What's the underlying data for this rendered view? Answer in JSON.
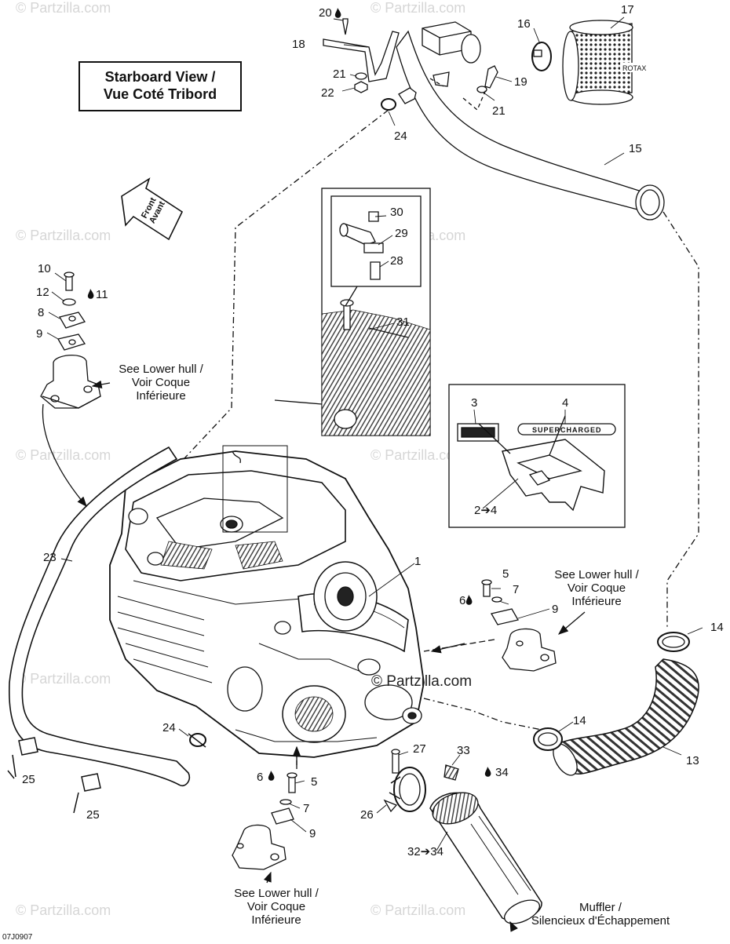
{
  "diagram": {
    "view_label_line1": "Starboard View /",
    "view_label_line2": "Vue Coté Tribord",
    "front_arrow_line1": "Front",
    "front_arrow_line2": "Avant",
    "drawing_id": "07J0907",
    "watermark": "© Partzilla.com",
    "center_watermark": "© Partzilla.com",
    "filter_brand": "ROTAX",
    "decal_text": "SUPERCHARGED"
  },
  "notes": {
    "lower_hull_left_1": "See Lower hull /",
    "lower_hull_left_2": "Voir Coque",
    "lower_hull_left_3": "Inférieure",
    "lower_hull_right_1": "See Lower hull /",
    "lower_hull_right_2": "Voir Coque",
    "lower_hull_right_3": "Inférieure",
    "lower_hull_bottom_1": "See Lower hull /",
    "lower_hull_bottom_2": "Voir Coque",
    "lower_hull_bottom_3": "Inférieure",
    "muffler_1": "Muffler /",
    "muffler_2": "Silencieux d'Échappement"
  },
  "callouts": {
    "c1": "1",
    "c2_4": "2➔4",
    "c3": "3",
    "c4": "4",
    "c5a": "5",
    "c5b": "5",
    "c6a": "6",
    "c6b": "6",
    "c7a": "7",
    "c7b": "7",
    "c8": "8",
    "c9a": "9",
    "c9b": "9",
    "c9c": "9",
    "c10": "10",
    "c11": "11",
    "c12": "12",
    "c13": "13",
    "c14a": "14",
    "c14b": "14",
    "c15": "15",
    "c16": "16",
    "c17": "17",
    "c18": "18",
    "c19": "19",
    "c20": "20",
    "c21a": "21",
    "c21b": "21",
    "c22": "22",
    "c23": "23",
    "c24a": "24",
    "c24b": "24",
    "c25a": "25",
    "c25b": "25",
    "c26": "26",
    "c27": "27",
    "c28": "28",
    "c29": "29",
    "c30": "30",
    "c31": "31",
    "c32_34": "32➔34",
    "c33": "33",
    "c34": "34"
  }
}
